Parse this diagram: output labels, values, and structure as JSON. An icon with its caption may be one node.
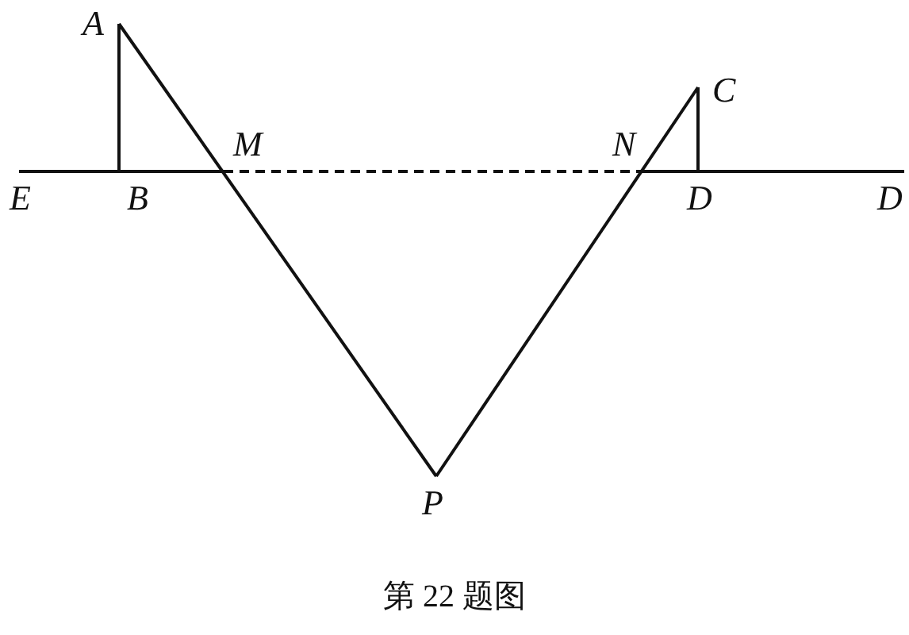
{
  "diagram": {
    "caption": "第 22 题图",
    "labels": [
      "A",
      "M",
      "N",
      "C",
      "E",
      "B",
      "D",
      "D",
      "P"
    ]
  }
}
